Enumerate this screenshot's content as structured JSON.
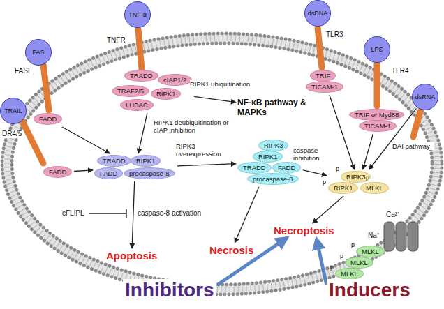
{
  "diagram": {
    "nodes": [
      {
        "text": [
          "TNF-α"
        ]
      },
      {
        "text": [
          "FAS"
        ]
      },
      {
        "text": [
          "TRAIL"
        ]
      },
      {
        "text": [
          "dsDNA"
        ]
      },
      {
        "text": [
          "LPS"
        ]
      },
      {
        "text": [
          "dsRNA"
        ]
      },
      {
        "text": [
          "TRADD",
          "cIAP1/2",
          "TRAF2/5",
          "RIPK1",
          "LUBAC"
        ]
      },
      {
        "text": [
          "NF-κB pathway & MAPKs"
        ]
      },
      {
        "text": [
          "FADD"
        ]
      },
      {
        "text": [
          "FADD"
        ]
      },
      {
        "text": [
          "TRADD",
          "RIPK1",
          "FADD",
          "procaspase-8"
        ]
      },
      {
        "text": [
          "RIPK3",
          "RIPK1",
          "TRADD",
          "FADD",
          "procaspase-8"
        ]
      },
      {
        "text": [
          "TRIF",
          "TICAM-1"
        ]
      },
      {
        "text": [
          "TRIF or Myd88",
          "TICAM-1"
        ]
      },
      {
        "text": [
          "RIPK3",
          "RIPK1",
          "MLKL"
        ]
      },
      {
        "text": [
          "MLKL",
          "MLKL",
          "MLKL"
        ]
      },
      {
        "text": [
          "Apoptosis"
        ]
      },
      {
        "text": [
          "Necrosis"
        ]
      },
      {
        "text": [
          "Necroptosis"
        ]
      },
      {
        "text": [
          "Inhibitors"
        ]
      },
      {
        "text": [
          "Inducers"
        ]
      }
    ],
    "edges": [
      {
        "from": 6,
        "to": 7,
        "label": "RIPK1 ubiquitination",
        "arrow": "to"
      },
      {
        "from": 6,
        "to": 10,
        "label": "RIPK1 deubiquitination or cIAP inhibition",
        "arrow": "to"
      },
      {
        "from": 8,
        "to": 10,
        "arrow": "to"
      },
      {
        "from": 9,
        "to": 10,
        "arrow": "to"
      },
      {
        "from": 10,
        "to": 16,
        "arrow": "to"
      },
      {
        "from": 10,
        "to": 11,
        "label": "RIPK3 overexpression",
        "arrow": "to"
      },
      {
        "from": 11,
        "to": 17,
        "arrow": "to"
      },
      {
        "from": 11,
        "to": 14,
        "label": "caspase inhibition",
        "arrow": "to"
      },
      {
        "from": 12,
        "to": 14,
        "arrow": "to"
      },
      {
        "from": 13,
        "to": 14,
        "arrow": "to"
      },
      {
        "from": 5,
        "to": 14,
        "label": "DAI pathway",
        "arrow": "to"
      },
      {
        "from": 14,
        "to": 18,
        "arrow": "to"
      },
      {
        "from": 19,
        "to": 18,
        "arrow": "to"
      },
      {
        "from": 20,
        "to": 18,
        "arrow": "to"
      }
    ],
    "labels": [
      "TNFR",
      "FASL",
      "DR4/5",
      "TLR3",
      "TLR4",
      "cFLIPL",
      "caspase-8 activation",
      "p",
      "p",
      "p",
      "p",
      "p",
      "p",
      "Na⁺",
      "Ca²⁺"
    ]
  }
}
